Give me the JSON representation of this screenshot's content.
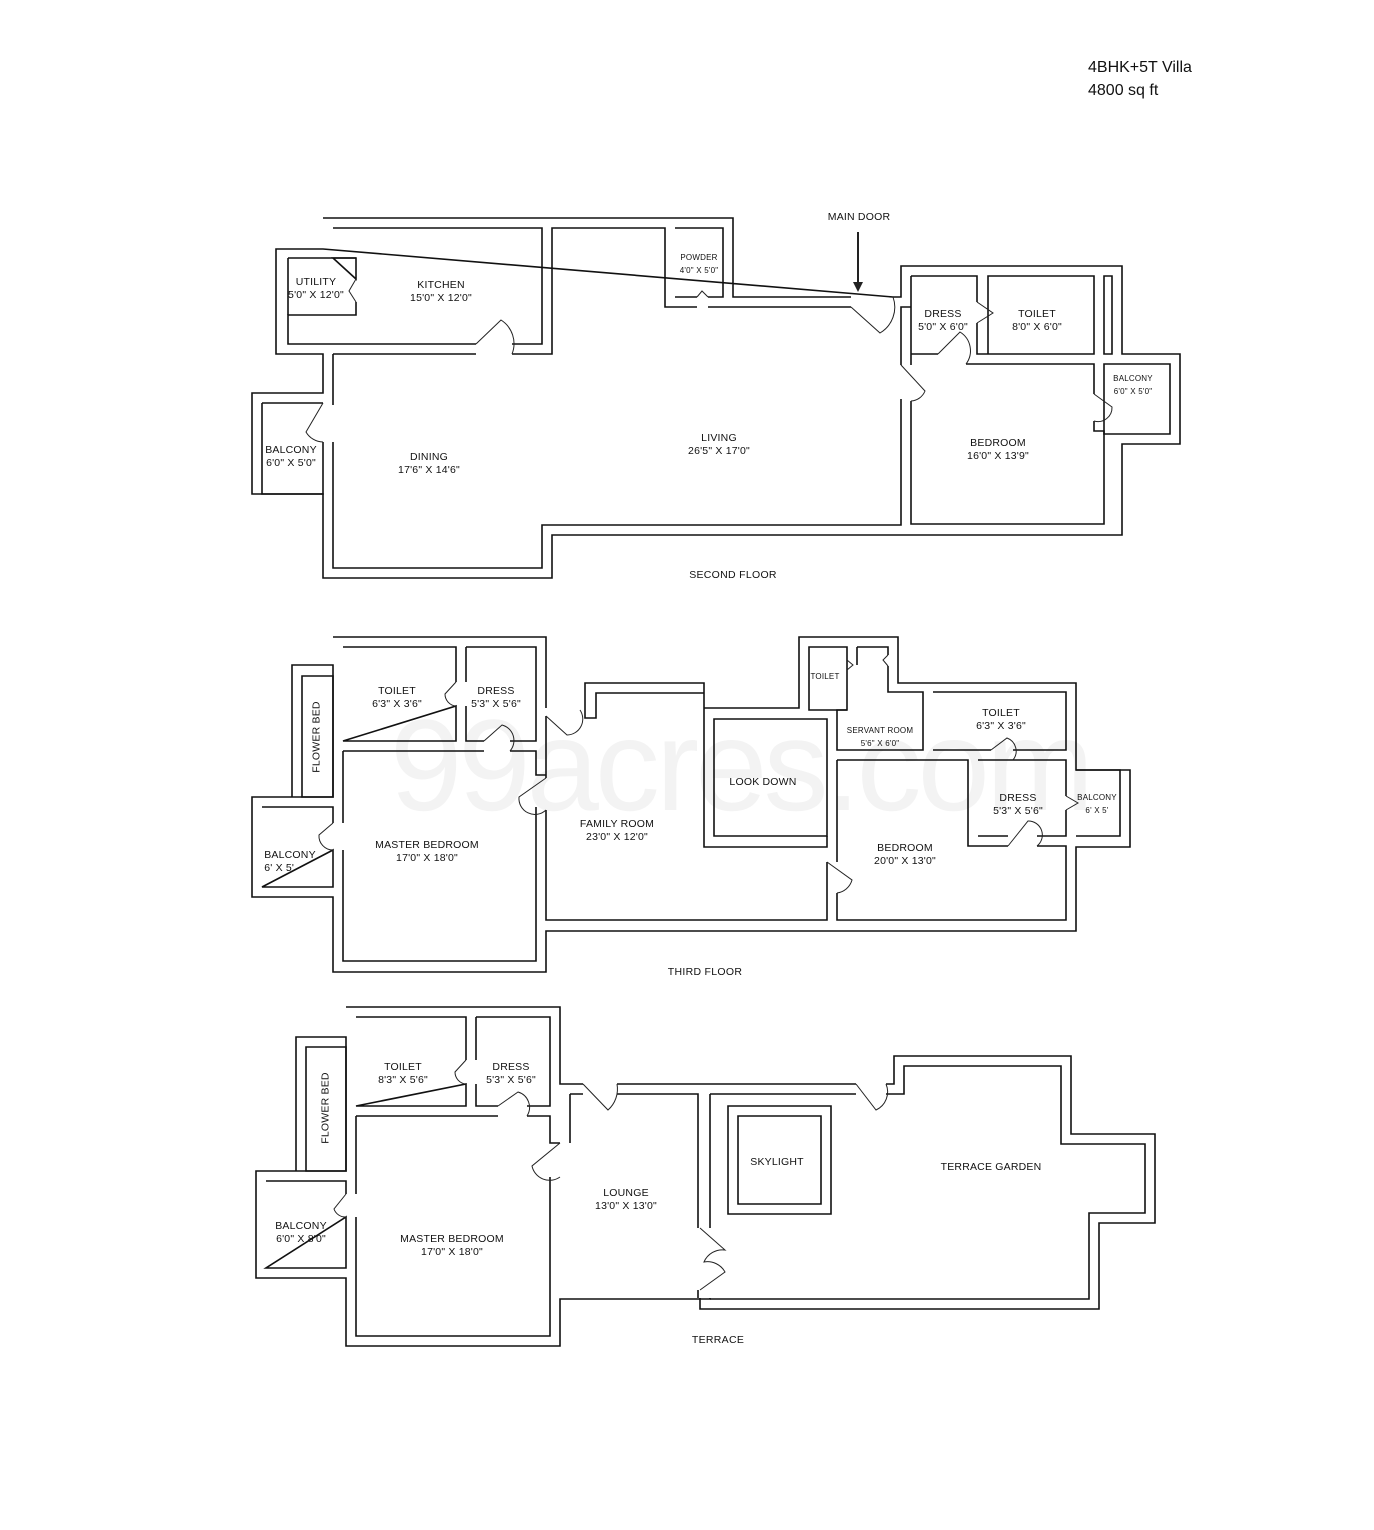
{
  "header": {
    "title": "4BHK+5T Villa",
    "area": "4800 sq ft"
  },
  "watermark": "99acres.com",
  "floors": {
    "second": {
      "caption": "SECOND FLOOR",
      "main_door": "MAIN DOOR",
      "rooms": {
        "utility": {
          "name": "UTILITY",
          "size": "5'0\" X 12'0\""
        },
        "kitchen": {
          "name": "KITCHEN",
          "size": "15'0\" X 12'0\""
        },
        "powder": {
          "name": "POWDER",
          "size": "4'0\" X 5'0\""
        },
        "balcony_left": {
          "name": "BALCONY",
          "size": "6'0\" X 5'0\""
        },
        "dining": {
          "name": "DINING",
          "size": "17'6\" X 14'6\""
        },
        "living": {
          "name": "LIVING",
          "size": "26'5\" X 17'0\""
        },
        "dress": {
          "name": "DRESS",
          "size": "5'0\" X 6'0\""
        },
        "toilet": {
          "name": "TOILET",
          "size": "8'0\" X 6'0\""
        },
        "balcony_right": {
          "name": "BALCONY",
          "size": "6'0\" X 5'0\""
        },
        "bedroom": {
          "name": "BEDROOM",
          "size": "16'0\" X 13'9\""
        }
      }
    },
    "third": {
      "caption": "THIRD FLOOR",
      "rooms": {
        "flower_bed": {
          "name": "FLOWER BED"
        },
        "toilet_left": {
          "name": "TOILET",
          "size": "6'3\" X 3'6\""
        },
        "dress_left": {
          "name": "DRESS",
          "size": "5'3\" X 5'6\""
        },
        "balcony_left": {
          "name": "BALCONY",
          "size": "6' X 5'"
        },
        "master_bedroom": {
          "name": "MASTER BEDROOM",
          "size": "17'0\" X 18'0\""
        },
        "family_room": {
          "name": "FAMILY ROOM",
          "size": "23'0\" X 12'0\""
        },
        "look_down": {
          "name": "LOOK DOWN"
        },
        "toilet_small": {
          "name": "TOILET"
        },
        "servant_room": {
          "name": "SERVANT ROOM",
          "size": "5'6\" X 6'0\""
        },
        "toilet_right": {
          "name": "TOILET",
          "size": "6'3\" X 3'6\""
        },
        "dress_right": {
          "name": "DRESS",
          "size": "5'3\" X 5'6\""
        },
        "balcony_right": {
          "name": "BALCONY",
          "size": "6' X 5'"
        },
        "bedroom": {
          "name": "BEDROOM",
          "size": "20'0\" X 13'0\""
        }
      }
    },
    "terrace": {
      "caption": "TERRACE",
      "rooms": {
        "flower_bed": {
          "name": "FLOWER BED"
        },
        "toilet": {
          "name": "TOILET",
          "size": "8'3\" X 5'6\""
        },
        "dress": {
          "name": "DRESS",
          "size": "5'3\" X 5'6\""
        },
        "balcony": {
          "name": "BALCONY",
          "size": "6'0\" X 8'0\""
        },
        "master_bedroom": {
          "name": "MASTER BEDROOM",
          "size": "17'0\" X 18'0\""
        },
        "lounge": {
          "name": "LOUNGE",
          "size": "13'0\" X 13'0\""
        },
        "skylight": {
          "name": "SKYLIGHT"
        },
        "terrace_garden": {
          "name": "TERRACE GARDEN"
        }
      }
    }
  }
}
